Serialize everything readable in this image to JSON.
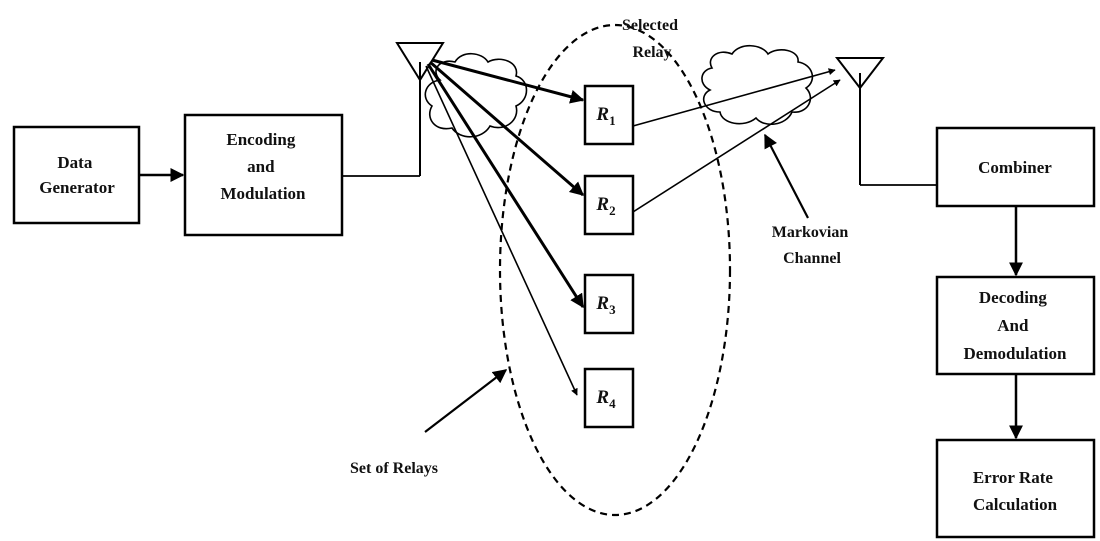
{
  "blocks": {
    "data_generator": [
      "Data",
      "Generator"
    ],
    "encoding": [
      "Encoding",
      "and",
      "Modulation"
    ],
    "combiner": [
      "Combiner"
    ],
    "decoding": [
      "Decoding",
      "And",
      "Demodulation"
    ],
    "error_rate": [
      "Error Rate",
      "Calculation"
    ]
  },
  "relays": [
    {
      "letter": "R",
      "sub": "1"
    },
    {
      "letter": "R",
      "sub": "2"
    },
    {
      "letter": "R",
      "sub": "3"
    },
    {
      "letter": "R",
      "sub": "4"
    }
  ],
  "labels": {
    "selected_relay": [
      "Selected",
      "Relay"
    ],
    "markovian_channel": [
      "Markovian",
      "Channel"
    ],
    "set_of_relays": "Set of Relays"
  }
}
